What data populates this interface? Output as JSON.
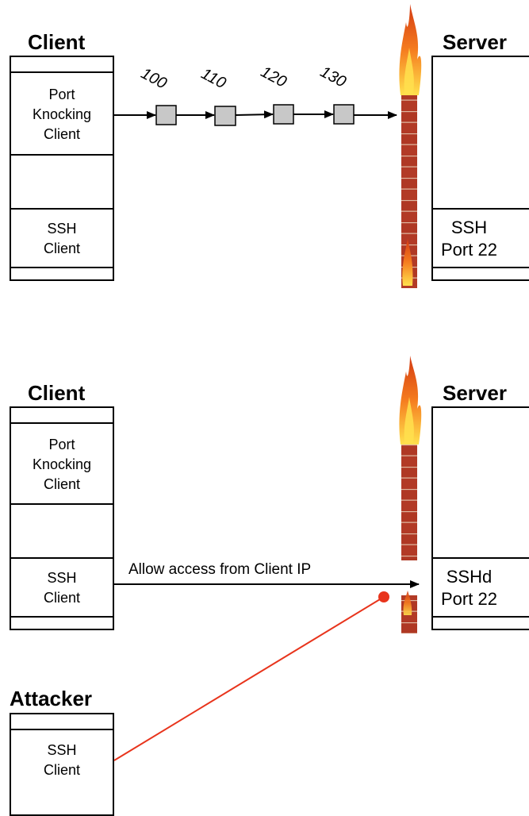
{
  "top": {
    "client_title": "Client",
    "server_title": "Server",
    "client_cells": [
      "Port\nKnocking\nClient",
      "",
      "SSH\nClient"
    ],
    "server_cells": [
      "SSH\nPort 22"
    ],
    "knock_ports": [
      "100",
      "110",
      "120",
      "130"
    ]
  },
  "bottom": {
    "client_title": "Client",
    "server_title": "Server",
    "client_cells": [
      "Port\nKnocking\nClient",
      "",
      "SSH\nClient"
    ],
    "server_cells": [
      "SSHd\nPort 22"
    ],
    "arrow_label": "Allow access from Client IP",
    "attacker_title": "Attacker",
    "attacker_cells": [
      "SSH\nClient"
    ]
  },
  "colors": {
    "packet": "#c8c8c8",
    "attack_line": "#e8341c",
    "brick": "#b23a26",
    "mortar": "#e0b8a0",
    "flame_outer": "#f57c1f",
    "flame_inner": "#ffe14d"
  }
}
